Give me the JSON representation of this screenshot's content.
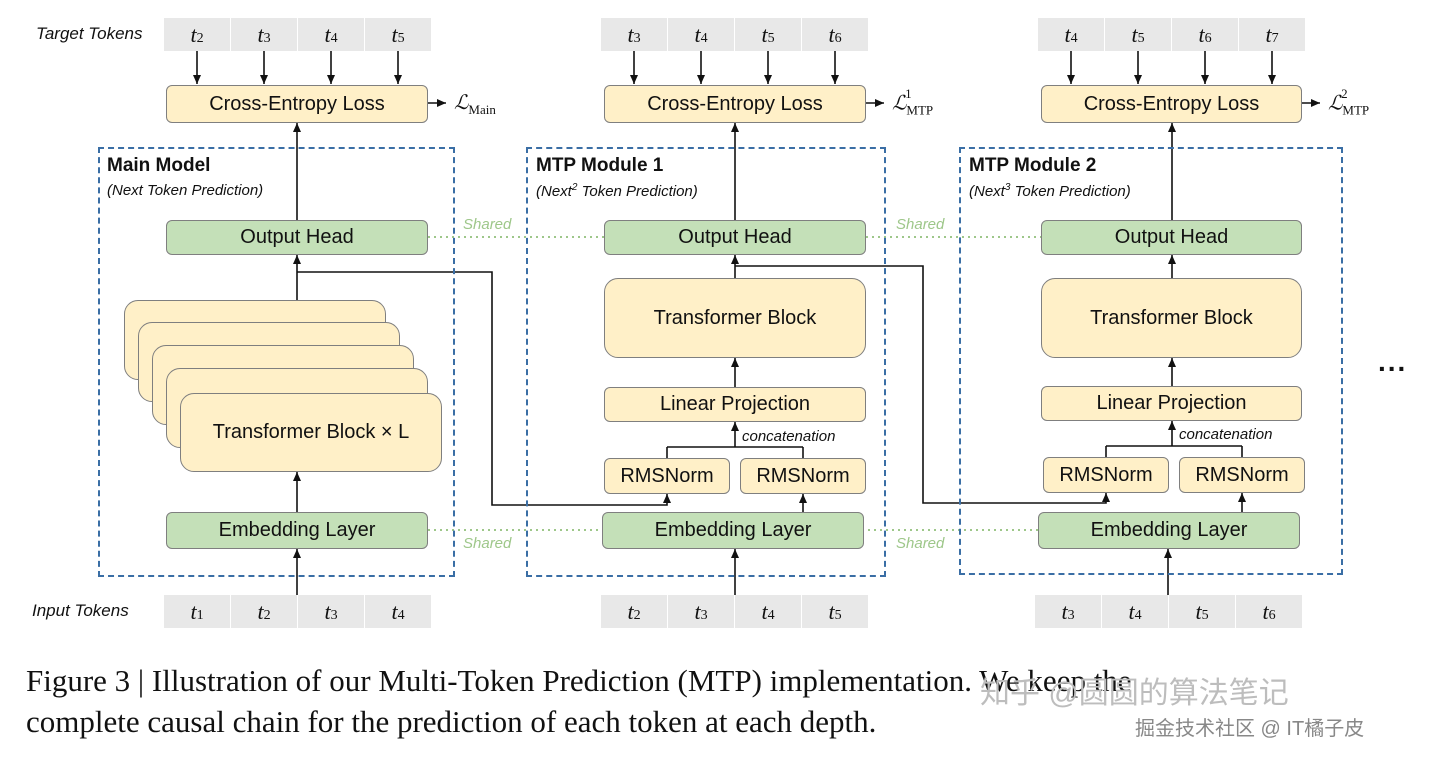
{
  "labels": {
    "target_tokens": "Target Tokens",
    "input_tokens": "Input Tokens",
    "shared": "Shared",
    "concatenation": "concatenation",
    "ellipsis": "..."
  },
  "blocks": {
    "cross_entropy": "Cross-Entropy Loss",
    "output_head": "Output Head",
    "transformer_block": "Transformer Block",
    "transformer_block_L": "Transformer Block × L",
    "linear_projection": "Linear Projection",
    "rmsnorm": "RMSNorm",
    "embedding_layer": "Embedding Layer"
  },
  "main_model": {
    "title": "Main Model",
    "subtitle": "(Next Token Prediction)",
    "loss": "ℒ",
    "loss_sub": "Main",
    "target_tokens": [
      [
        "t",
        "2"
      ],
      [
        "t",
        "3"
      ],
      [
        "t",
        "4"
      ],
      [
        "t",
        "5"
      ]
    ],
    "input_tokens": [
      [
        "t",
        "1"
      ],
      [
        "t",
        "2"
      ],
      [
        "t",
        "3"
      ],
      [
        "t",
        "4"
      ]
    ]
  },
  "mtp1": {
    "title": "MTP Module 1",
    "subtitle_pre": "(Next",
    "subtitle_sup": "2",
    "subtitle_post": " Token Prediction)",
    "loss": "ℒ",
    "loss_sup": "1",
    "loss_sub": "MTP",
    "target_tokens": [
      [
        "t",
        "3"
      ],
      [
        "t",
        "4"
      ],
      [
        "t",
        "5"
      ],
      [
        "t",
        "6"
      ]
    ],
    "input_tokens": [
      [
        "t",
        "2"
      ],
      [
        "t",
        "3"
      ],
      [
        "t",
        "4"
      ],
      [
        "t",
        "5"
      ]
    ]
  },
  "mtp2": {
    "title": "MTP Module 2",
    "subtitle_pre": "(Next",
    "subtitle_sup": "3",
    "subtitle_post": " Token Prediction)",
    "loss": "ℒ",
    "loss_sup": "2",
    "loss_sub": "MTP",
    "target_tokens": [
      [
        "t",
        "4"
      ],
      [
        "t",
        "5"
      ],
      [
        "t",
        "6"
      ],
      [
        "t",
        "7"
      ]
    ],
    "input_tokens": [
      [
        "t",
        "3"
      ],
      [
        "t",
        "4"
      ],
      [
        "t",
        "5"
      ],
      [
        "t",
        "6"
      ]
    ]
  },
  "caption": {
    "line1": "Figure 3 | Illustration of our Multi-Token Prediction (MTP) implementation. We keep the",
    "line2": "complete causal chain for the prediction of each token at each depth."
  },
  "watermark": {
    "top": "知乎 @圆圆的算法笔记",
    "bottom": "掘金技术社区 @ IT橘子皮"
  },
  "colors": {
    "yellow_fill": "#fff0c8",
    "green_fill": "#c4e0b8",
    "dashed_border": "#3a6ea5",
    "shared_line": "#9ec78a"
  }
}
